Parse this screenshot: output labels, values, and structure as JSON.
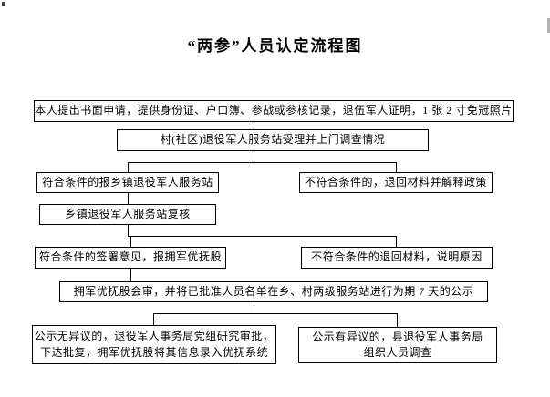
{
  "title": "“两参”人员认定流程图",
  "flowchart": {
    "nodes": [
      {
        "name": "application",
        "text": "本人提出书面申请，提供身份证、户口簿、参战或参核记录，退伍军人证明，1 张 2 寸免冠照片"
      },
      {
        "name": "village-station-accept",
        "text": "村(社区)退役军人服务站受理并上门调查情况"
      },
      {
        "name": "qualified-report-township",
        "text": "符合条件的报乡镇退役军人服务站"
      },
      {
        "name": "unqualified-return-explain",
        "text": "不符合条件的，退回材料并解释政策"
      },
      {
        "name": "township-station-review",
        "text": "乡镇退役军人服务站复核"
      },
      {
        "name": "qualified-sign-opinion",
        "text": "符合条件的签署意见，报拥军优抚股"
      },
      {
        "name": "unqualified-return-reason",
        "text": "不符合条件的退回材料，说明原因"
      },
      {
        "name": "joint-review-publicity",
        "text": "拥军优抚股会审，并将已批准人员名单在乡、村两级服务站进行为期 7 天的公示"
      },
      {
        "name": "no-objection-approval",
        "text": "公示无异议的，退役军人事务局党组研究审批，\n下达批复，拥军优抚股将其信息录入优抚系统"
      },
      {
        "name": "objection-investigate",
        "text": "公示有异议的，县退役军人事务局\n组织人员调查"
      }
    ]
  },
  "colors": {
    "line": "#000000",
    "background": "#ffffff",
    "text": "#000000"
  }
}
